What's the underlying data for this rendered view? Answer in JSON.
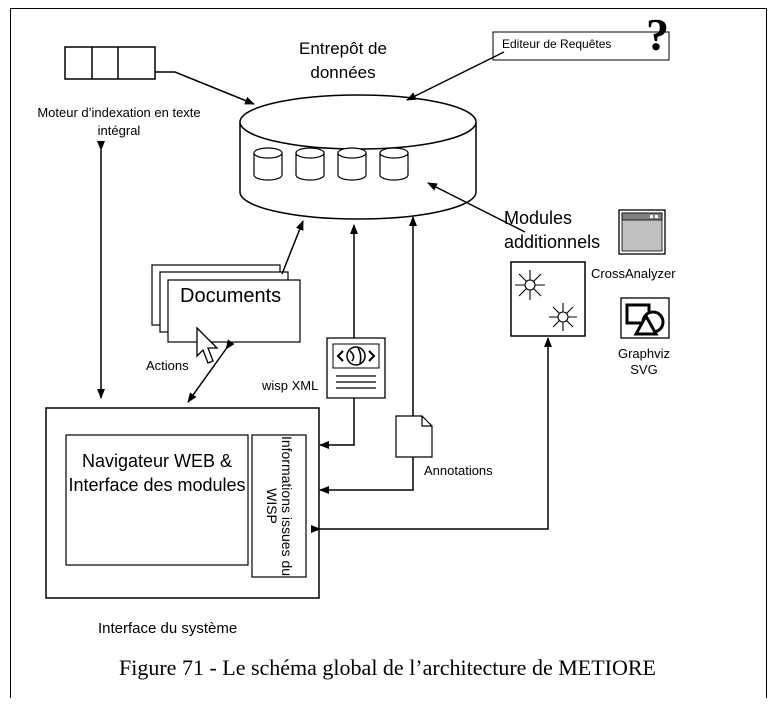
{
  "labels": {
    "warehouse": "Entrepôt de données",
    "indexing_engine": "Moteur d’indexation en texte intégral",
    "query_editor": "Editeur de Requêtes",
    "query_mark": "?",
    "additional_modules": "Modules additionnels",
    "crossanalyzer": "CrossAnalyzer",
    "graphviz": "Graphviz SVG",
    "documents": "Documents",
    "actions": "Actions",
    "wisp_xml": "wisp XML",
    "annotations": "Annotations",
    "browser": "Navigateur WEB & Interface des modules",
    "wisp_info": "Informations issues du WISP",
    "system_interface": "Interface du système"
  },
  "caption": "Figure 71 - Le schéma global de l’architecture de METIORE",
  "colors": {
    "stroke": "#000000",
    "fill": "#ffffff",
    "window_gray": "#c0c0c0"
  },
  "icons": [
    "query-mark-icon",
    "cylinder-icon",
    "pointer-icon",
    "globe-icon",
    "document-icon",
    "app-window-icon",
    "graphviz-icon",
    "modules-icon"
  ]
}
